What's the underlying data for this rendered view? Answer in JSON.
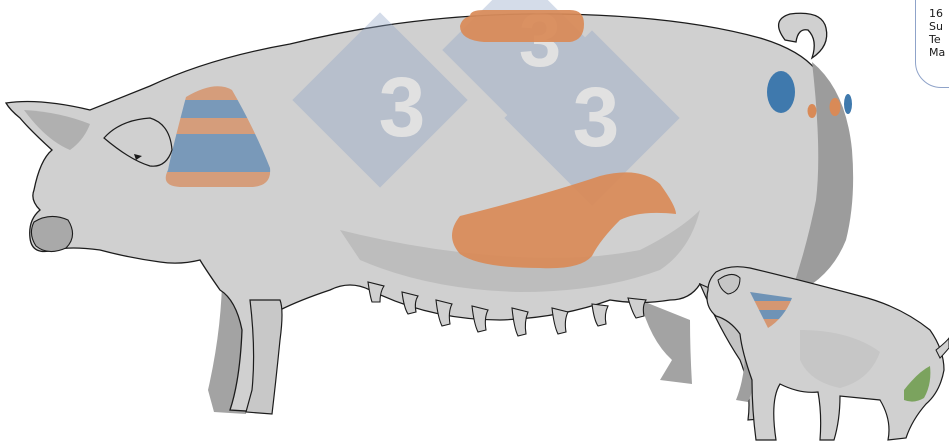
{
  "legend": {
    "lines": [
      "16",
      "Su",
      "Te",
      "Ma"
    ]
  },
  "zones": {
    "head": {
      "colors": [
        "#6f93b6",
        "#d59772"
      ]
    },
    "back": {
      "color": "#d98a57"
    },
    "belly": {
      "color": "#d98a57"
    },
    "rump_large": {
      "color": "#3f79ad"
    },
    "rump_small": {
      "color": "#d98a57"
    },
    "piglet_head": {
      "colors": [
        "#6f93b6",
        "#d59772"
      ]
    },
    "piglet_leg": {
      "color": "#6c9b4a"
    }
  },
  "colors": {
    "body": "#d0d0d0",
    "shadow": "#9c9c9c",
    "outline": "#1c1c1c",
    "watermark": "#8fa6c8"
  },
  "watermark": {
    "glyph": "3"
  }
}
